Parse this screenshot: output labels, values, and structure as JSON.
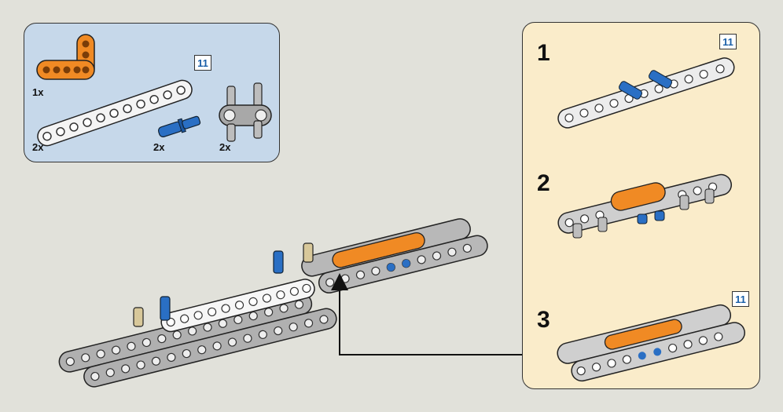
{
  "parts_list": {
    "items": [
      {
        "part": "orange-l-beam",
        "quantity": "1x",
        "color": "#f08a24"
      },
      {
        "part": "white-beam-11",
        "quantity": "2x",
        "color": "#f4f4f4",
        "length_badge": "11"
      },
      {
        "part": "blue-axle-pin",
        "quantity": "2x",
        "color": "#2a6fc4"
      },
      {
        "part": "gray-double-pin-connector",
        "quantity": "2x",
        "color": "#a8a8a8"
      }
    ]
  },
  "substeps": [
    {
      "number": "1"
    },
    {
      "number": "2"
    },
    {
      "number": "3"
    }
  ],
  "length_badges": {
    "step1": "11",
    "step3": "11"
  },
  "colors": {
    "parts_bg": "#c6d8ea",
    "steps_bg": "#faecca",
    "page_bg": "#e1e1da",
    "beam_white": "#f4f4f4",
    "beam_gray": "#a8a8a8",
    "orange": "#f08a24",
    "blue": "#2a6fc4",
    "tan": "#d8c89a"
  }
}
